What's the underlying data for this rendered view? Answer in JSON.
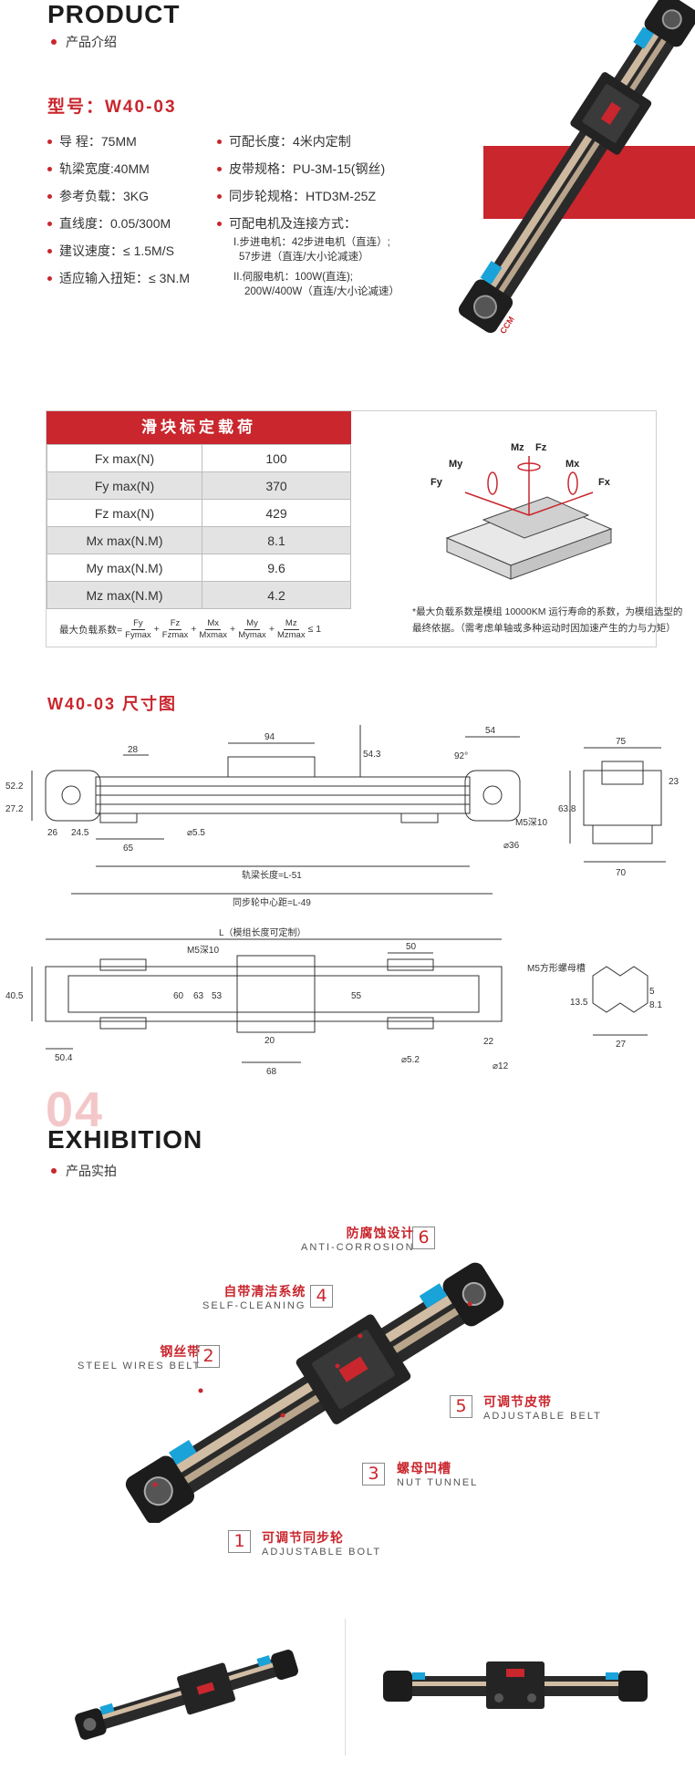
{
  "product": {
    "title": "PRODUCT",
    "subtitle": "产品介绍"
  },
  "model": {
    "title": "型号：W40-03",
    "specs_left": [
      {
        "label": "导  程：75MM"
      },
      {
        "label": "轨梁宽度:40MM"
      },
      {
        "label": "参考负载：3KG"
      },
      {
        "label": "直线度：0.05/300M"
      },
      {
        "label": "建议速度：≤ 1.5M/S"
      },
      {
        "label": "适应输入扭矩：≤ 3N.M"
      }
    ],
    "specs_right": [
      {
        "label": "可配长度：4米内定制"
      },
      {
        "label": "皮带规格：PU-3M-15(钢丝)"
      },
      {
        "label": "同步轮规格：HTD3M-25Z"
      },
      {
        "label": "可配电机及连接方式："
      }
    ],
    "motor_notes": [
      "I.步进电机：42步进电机（直连）;",
      "57步进（直连/大小论减速）",
      "II.伺服电机：100W(直连);",
      "200W/400W（直连/大小论减速）"
    ],
    "brand_mark": "CCM"
  },
  "load_table": {
    "title": "滑块标定载荷",
    "rows": [
      {
        "name": "Fx max(N)",
        "value": "100"
      },
      {
        "name": "Fy max(N)",
        "value": "370"
      },
      {
        "name": "Fz max(N)",
        "value": "429"
      },
      {
        "name": "Mx max(N.M)",
        "value": "8.1"
      },
      {
        "name": "My max(N.M)",
        "value": "9.6"
      },
      {
        "name": "Mz max(N.M)",
        "value": "4.2"
      }
    ],
    "formula_label": "最大负载系数=",
    "formula_terms": [
      {
        "num": "Fy",
        "den": "Fymax"
      },
      {
        "num": "Fz",
        "den": "Fzmax"
      },
      {
        "num": "Mx",
        "den": "Mxmax"
      },
      {
        "num": "My",
        "den": "Mymax"
      },
      {
        "num": "Mz",
        "den": "Mzmax"
      }
    ],
    "formula_plus": "+",
    "formula_end": "≤ 1",
    "note_line1": "*最大负载系数是模组 10000KM 运行寿命的系数，为模组选型的",
    "note_line2": "最终依据。（需考虑单轴或多种运动时因加速产生的力与力矩）",
    "axis_labels": {
      "mz": "Mz",
      "fz": "Fz",
      "my": "My",
      "mx": "Mx",
      "fy": "Fy",
      "fx": "Fx"
    }
  },
  "dimension": {
    "title": "W40-03 尺寸图",
    "side": {
      "d94": "94",
      "d54": "54",
      "d54_3": "54.3",
      "d28": "28",
      "d92": "92°",
      "d52_2": "52.2",
      "d27_2": "27.2",
      "d26": "26",
      "d24_5": "24.5",
      "d65": "65",
      "d5_5": "⌀5.5",
      "m5": "M5深10",
      "d36": "⌀36",
      "rail_len": "轨梁长度=L-51",
      "pulley_dist": "同步轮中心距=L-49"
    },
    "end": {
      "d75": "75",
      "d23": "23",
      "d63_8": "63.8",
      "d70": "70"
    },
    "top": {
      "L": "L（模组长度可定制）",
      "m5": "M5深10",
      "d50": "50",
      "d40_5": "40.5",
      "d60": "60",
      "d63": "63",
      "d53": "53",
      "d55": "55",
      "d50_4": "50.4",
      "d20": "20",
      "d68": "68",
      "d5_2": "⌀5.2",
      "d22": "22",
      "d12": "⌀12"
    },
    "profile": {
      "label": "M5方形螺母槽",
      "d13_5": "13.5",
      "d8_1": "8.1",
      "d5": "5",
      "d27": "27"
    }
  },
  "exhibition": {
    "big_number": "04",
    "title": "EXHIBITION",
    "subtitle": "产品实拍",
    "callouts": [
      {
        "num": "6",
        "cn": "防腐蚀设计",
        "en": "ANTI-CORROSION"
      },
      {
        "num": "4",
        "cn": "自带清洁系统",
        "en": "SELF-CLEANING"
      },
      {
        "num": "2",
        "cn": "钢丝带",
        "en": "STEEL WIRES BELT"
      },
      {
        "num": "5",
        "cn": "可调节皮带",
        "en": "ADJUSTABLE BELT"
      },
      {
        "num": "3",
        "cn": "螺母凹槽",
        "en": "NUT TUNNEL"
      },
      {
        "num": "1",
        "cn": "可调节同步轮",
        "en": "ADJUSTABLE BOLT"
      }
    ]
  },
  "colors": {
    "accent": "#c9262d",
    "rail_dark": "#2a2a2a",
    "rail_gold": "#c9b49a",
    "cap_blue": "#1aa3d9"
  }
}
